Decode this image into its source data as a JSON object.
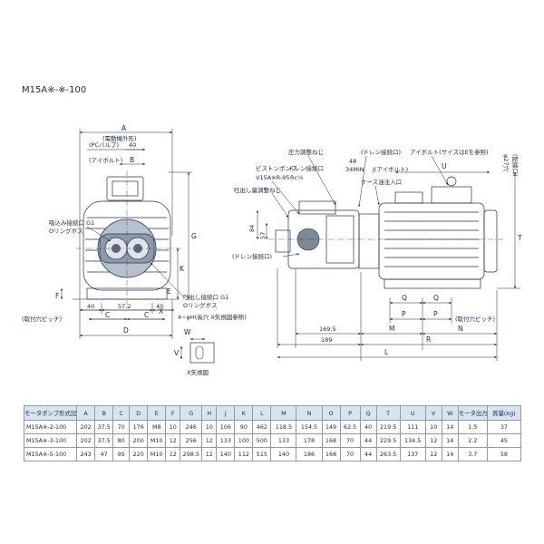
{
  "title": "M15A※-※-100",
  "front_view": {
    "A": "A",
    "motor_width_label": "(電動機外形)",
    "pc_valve_label": "(PCバルブ)",
    "dim_40_top": "40",
    "eyebolt_label": "(アイボルト)",
    "B": "B",
    "suction_port": "吸込み接続口 G1",
    "suction_oring": "Oリングボス",
    "G": "G",
    "K": "K",
    "E": "E",
    "F": "F",
    "discharge_port": "吐出し接続口 G1",
    "discharge_oring": "Oリングボス",
    "mount_pitch_left": "(取付穴ピッチ)",
    "dim_40_left": "40",
    "dim_57_2": "57.2",
    "dim_40_right": "40",
    "C1": "C",
    "C2": "C",
    "hole": "4−φH(長穴 X矢視図参照)",
    "X": "X",
    "D": "D"
  },
  "x_view": {
    "W": "W",
    "V": "V",
    "label": "X矢視図"
  },
  "side_view": {
    "pressure_screw": "圧力調整ねじ",
    "drain_port_top": "(ドレン接続口)",
    "dim_48": "48",
    "eyebolt_note": "アイボルト(サイズはEを参照)",
    "piston_pump": "ピストンポンプ",
    "pump_model": "V15A※R-95",
    "drain_port": "ドレン接続口",
    "drain_size": "Rc⅛",
    "dim_34min": "34MIN",
    "J_eyebolt": "J(アイボルト)",
    "U": "U",
    "phi": "φ27穴",
    "phi_note": "(配線口)",
    "flow_screw": "吐出し量調整ねじ",
    "case_port": "ケース油注入口",
    "dim_84": "84",
    "dim_57": "57",
    "drain_port_lower": "(ドレン接続口)",
    "T": "T",
    "Q1": "Q",
    "Q2": "Q",
    "P1": "P",
    "P2": "P",
    "mount_pitch_right": "(取付穴ピッチ)",
    "dim_169_5": "169.5",
    "dim_189": "189",
    "M": "M",
    "N": "N",
    "R": "R",
    "L": "L"
  },
  "spec_table": {
    "headers": [
      "モータポンプ形式記号",
      "A",
      "B",
      "C",
      "D",
      "E",
      "F",
      "G",
      "H",
      "J",
      "K",
      "L",
      "M",
      "N",
      "O",
      "P",
      "Q",
      "T",
      "U",
      "V",
      "W",
      "モータ出力 (kW)",
      "質量(kg)"
    ],
    "rows": [
      [
        "M15A※-2-100",
        "202",
        "37.5",
        "70",
        "176",
        "M8",
        "10",
        "246",
        "10",
        "106",
        "90",
        "462",
        "118.5",
        "154.5",
        "149",
        "62.5",
        "40",
        "219.5",
        "111",
        "10",
        "14",
        "1.5",
        "37"
      ],
      [
        "M15A※-3-100",
        "202",
        "37.5",
        "80",
        "200",
        "M10",
        "12",
        "256",
        "12",
        "133",
        "100",
        "500",
        "133",
        "178",
        "168",
        "70",
        "44",
        "229.5",
        "134.5",
        "12",
        "14",
        "2.2",
        "45"
      ],
      [
        "M15A※-5-100",
        "243",
        "47",
        "95",
        "220",
        "M10",
        "12",
        "298.5",
        "12",
        "140",
        "112",
        "515",
        "140",
        "186",
        "168",
        "70",
        "44",
        "263.5",
        "137",
        "12",
        "14",
        "3.7",
        "58"
      ]
    ]
  }
}
